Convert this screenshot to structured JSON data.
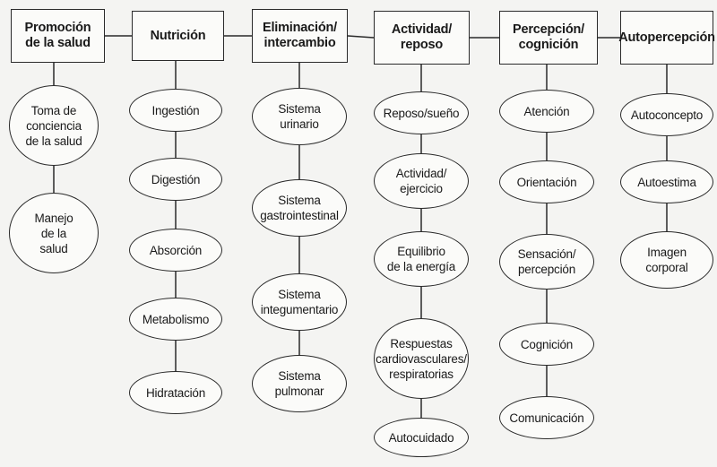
{
  "categories": [
    {
      "id": "promocion",
      "title": "Promoción\nde la salud",
      "items": [
        "Toma de\nconciencia\nde la salud",
        "Manejo\nde la\nsalud"
      ]
    },
    {
      "id": "nutricion",
      "title": "Nutrición",
      "items": [
        "Ingestión",
        "Digestión",
        "Absorción",
        "Metabolismo",
        "Hidratación"
      ]
    },
    {
      "id": "eliminacion",
      "title": "Eliminación/\nintercambio",
      "items": [
        "Sistema\nurinario",
        "Sistema\ngastrointestinal",
        "Sistema\nintegumentario",
        "Sistema\npulmonar"
      ]
    },
    {
      "id": "actividad",
      "title": "Actividad/\nreposo",
      "items": [
        "Reposo/sueño",
        "Actividad/\nejercicio",
        "Equilibrio\nde la energía",
        "Respuestas\ncardiovasculares/\nrespiratorias",
        "Autocuidado"
      ]
    },
    {
      "id": "percepcion",
      "title": "Percepción/\ncognición",
      "items": [
        "Atención",
        "Orientación",
        "Sensación/\npercepción",
        "Cognición",
        "Comunicación"
      ]
    },
    {
      "id": "autopercepcion",
      "title": "Autopercepción",
      "items": [
        "Autoconcepto",
        "Autoestima",
        "Imagen\ncorporal"
      ]
    }
  ]
}
